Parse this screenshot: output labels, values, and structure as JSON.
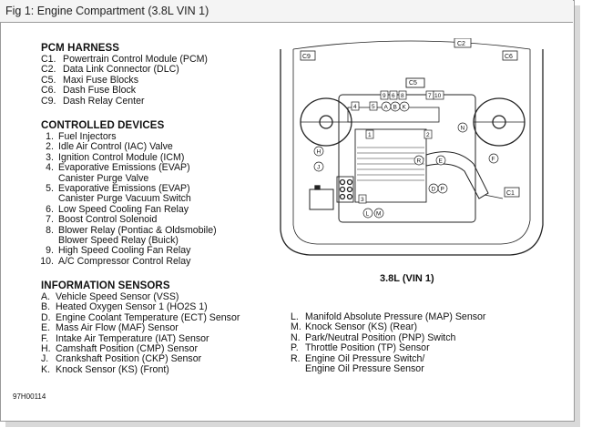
{
  "window": {
    "title": "Fig 1: Engine Compartment (3.8L VIN 1)"
  },
  "pcm_harness": {
    "heading": "PCM HARNESS",
    "items": [
      {
        "code": "C1.",
        "label": "Powertrain Control Module (PCM)"
      },
      {
        "code": "C2.",
        "label": "Data Link Connector (DLC)"
      },
      {
        "code": "C5.",
        "label": "Maxi Fuse Blocks"
      },
      {
        "code": "C6.",
        "label": "Dash Fuse Block"
      },
      {
        "code": "C9.",
        "label": "Dash Relay Center"
      }
    ]
  },
  "controlled_devices": {
    "heading": "CONTROLLED DEVICES",
    "items": [
      {
        "code": "1.",
        "label": "Fuel Injectors"
      },
      {
        "code": "2.",
        "label": "Idle Air Control (IAC) Valve"
      },
      {
        "code": "3.",
        "label": "Ignition Control Module (ICM)"
      },
      {
        "code": "4.",
        "label": "Evaporative Emissions (EVAP)"
      },
      {
        "code": "",
        "label": "Canister Purge Valve"
      },
      {
        "code": "5.",
        "label": "Evaporative Emissions (EVAP)"
      },
      {
        "code": "",
        "label": "Canister Purge Vacuum Switch"
      },
      {
        "code": "6.",
        "label": "Low Speed Cooling Fan Relay"
      },
      {
        "code": "7.",
        "label": "Boost Control Solenoid"
      },
      {
        "code": "8.",
        "label": "Blower Relay (Pontiac & Oldsmobile)"
      },
      {
        "code": "",
        "label": "Blower Speed Relay (Buick)"
      },
      {
        "code": "9.",
        "label": "High Speed Cooling Fan Relay"
      },
      {
        "code": "10.",
        "label": "A/C Compressor Control Relay"
      }
    ]
  },
  "information_sensors": {
    "heading": "INFORMATION SENSORS",
    "left": [
      {
        "code": "A.",
        "label": "Vehicle Speed Sensor (VSS)"
      },
      {
        "code": "B.",
        "label": "Heated Oxygen Sensor 1 (HO2S 1)"
      },
      {
        "code": "D.",
        "label": "Engine Coolant Temperature (ECT) Sensor"
      },
      {
        "code": "E.",
        "label": "Mass Air Flow (MAF) Sensor"
      },
      {
        "code": "F.",
        "label": "Intake Air Temperature (IAT) Sensor"
      },
      {
        "code": "H.",
        "label": "Camshaft Position (CMP) Sensor"
      },
      {
        "code": "J.",
        "label": "Crankshaft Position (CKP) Sensor"
      },
      {
        "code": "K.",
        "label": "Knock Sensor (KS) (Front)"
      }
    ],
    "right": [
      {
        "code": "L.",
        "label": "Manifold Absolute Pressure (MAP) Sensor"
      },
      {
        "code": "M.",
        "label": "Knock Sensor (KS) (Rear)"
      },
      {
        "code": "N.",
        "label": "Park/Neutral Position (PNP) Switch"
      },
      {
        "code": "P.",
        "label": "Throttle Position (TP) Sensor"
      },
      {
        "code": "R.",
        "label": "Engine Oil Pressure Switch/"
      },
      {
        "code": "",
        "label": "Engine Oil Pressure Sensor"
      }
    ]
  },
  "diagram": {
    "caption": "3.8L (VIN 1)",
    "reference": "97H00114",
    "connector_labels": [
      "C2",
      "C9",
      "C5",
      "C1",
      "C6"
    ],
    "device_labels": [
      "1",
      "2",
      "3",
      "4",
      "5",
      "6",
      "7",
      "8",
      "9",
      "10"
    ],
    "sensor_labels": [
      "A",
      "B",
      "D",
      "E",
      "F",
      "H",
      "J",
      "K",
      "L",
      "M",
      "N",
      "P",
      "R"
    ]
  }
}
